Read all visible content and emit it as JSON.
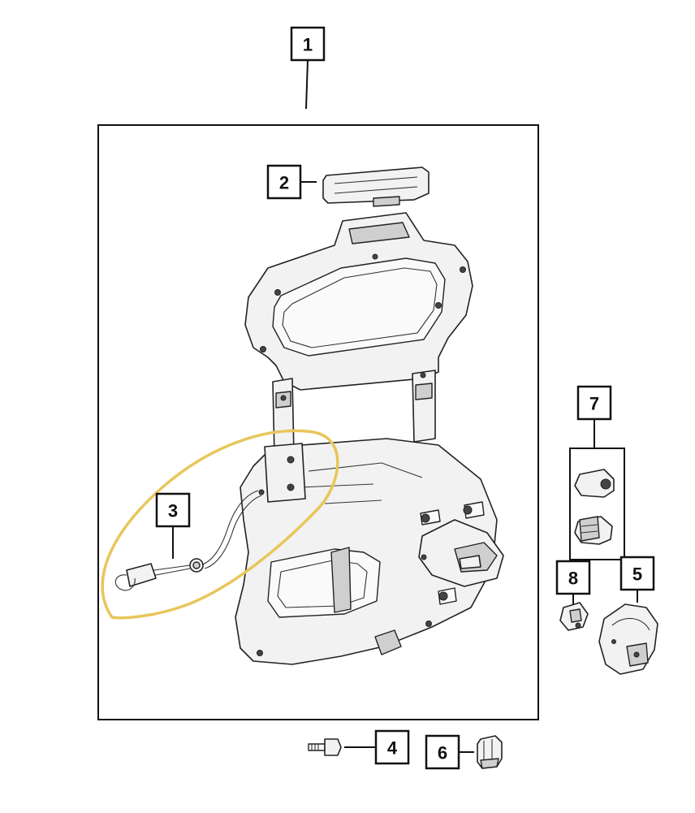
{
  "callouts": [
    {
      "id": "1",
      "label": "1"
    },
    {
      "id": "2",
      "label": "2"
    },
    {
      "id": "3",
      "label": "3"
    },
    {
      "id": "4",
      "label": "4"
    },
    {
      "id": "5",
      "label": "5"
    },
    {
      "id": "6",
      "label": "6"
    },
    {
      "id": "7",
      "label": "7"
    },
    {
      "id": "8",
      "label": "8"
    }
  ],
  "colors": {
    "line": "#111111",
    "highlight": "#e8c65a",
    "background": "#ffffff"
  }
}
